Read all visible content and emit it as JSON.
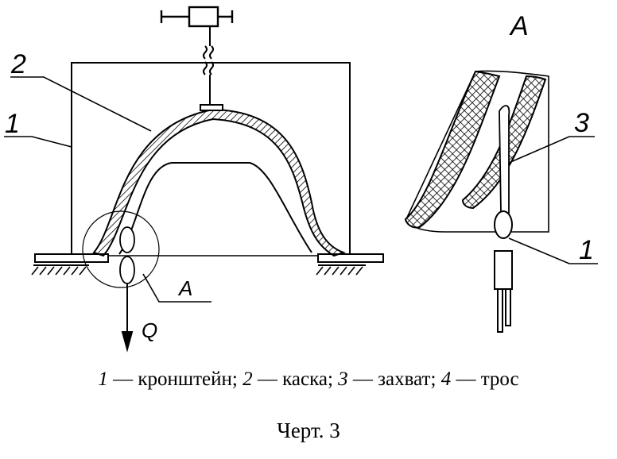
{
  "drawing": {
    "labels": {
      "l1_main": "1",
      "l2_main": "2",
      "detail_a": "A",
      "force": "Q",
      "detail_view_a": "A",
      "l3_detail": "3",
      "l1_detail": "1"
    }
  },
  "legend": [
    {
      "num": "1",
      "text": "кронштейн"
    },
    {
      "num": "2",
      "text": "каска"
    },
    {
      "num": "3",
      "text": "захват"
    },
    {
      "num": "4",
      "text": "трос"
    }
  ],
  "caption": "Черт. 3"
}
